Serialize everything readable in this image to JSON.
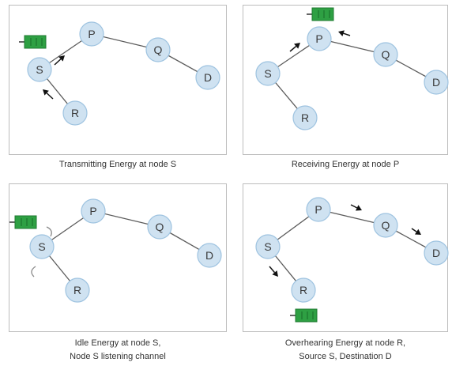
{
  "colors": {
    "node_fill": "#cfe2f1",
    "node_stroke": "#9ec3e0",
    "edge": "#5b5b5b",
    "arrow": "#111111",
    "battery": "#2ea043",
    "battery_dark": "#1f7a30"
  },
  "icons": [
    "battery-icon",
    "arrow-icon",
    "signal-wave-icon"
  ],
  "panels": [
    {
      "id": "transmitting",
      "caption_lines": [
        "Transmitting Energy at node S"
      ],
      "nodes": [
        "S",
        "P",
        "Q",
        "D",
        "R"
      ]
    },
    {
      "id": "receiving",
      "caption_lines": [
        "Receiving Energy at node P"
      ],
      "nodes": [
        "S",
        "P",
        "Q",
        "D",
        "R"
      ]
    },
    {
      "id": "idle",
      "caption_lines": [
        "Idle Energy at node S,",
        "Node S listening channel"
      ],
      "nodes": [
        "S",
        "P",
        "Q",
        "D",
        "R"
      ]
    },
    {
      "id": "overhearing",
      "caption_lines": [
        "Overhearing Energy at node R,",
        "Source S, Destination D"
      ],
      "nodes": [
        "S",
        "P",
        "Q",
        "D",
        "R"
      ]
    }
  ]
}
